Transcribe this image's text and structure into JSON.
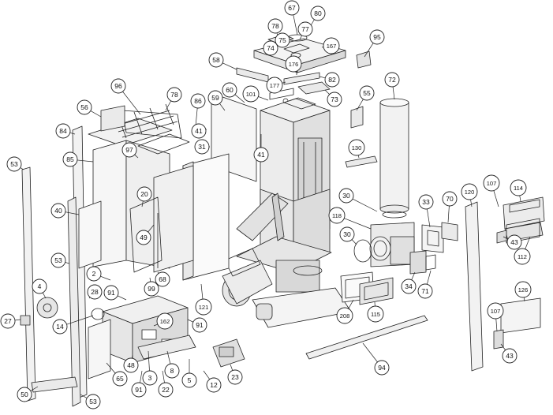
{
  "diagram": {
    "callouts": [
      {
        "id": "c-67",
        "label": "67"
      },
      {
        "id": "c-80",
        "label": "80"
      },
      {
        "id": "c-78a",
        "label": "78"
      },
      {
        "id": "c-77",
        "label": "77"
      },
      {
        "id": "c-75",
        "label": "75"
      },
      {
        "id": "c-167",
        "label": "167"
      },
      {
        "id": "c-74",
        "label": "74"
      },
      {
        "id": "c-176",
        "label": "176"
      },
      {
        "id": "c-95",
        "label": "95"
      },
      {
        "id": "c-58",
        "label": "58"
      },
      {
        "id": "c-82",
        "label": "82"
      },
      {
        "id": "c-177",
        "label": "177"
      },
      {
        "id": "c-72",
        "label": "72"
      },
      {
        "id": "c-96",
        "label": "96"
      },
      {
        "id": "c-60",
        "label": "60"
      },
      {
        "id": "c-101",
        "label": "101"
      },
      {
        "id": "c-73",
        "label": "73"
      },
      {
        "id": "c-55",
        "label": "55"
      },
      {
        "id": "c-78b",
        "label": "78"
      },
      {
        "id": "c-86",
        "label": "86"
      },
      {
        "id": "c-59",
        "label": "59"
      },
      {
        "id": "c-56",
        "label": "56"
      },
      {
        "id": "c-41a",
        "label": "41"
      },
      {
        "id": "c-84",
        "label": "84"
      },
      {
        "id": "c-31",
        "label": "31"
      },
      {
        "id": "c-97",
        "label": "97"
      },
      {
        "id": "c-41b",
        "label": "41"
      },
      {
        "id": "c-130",
        "label": "130"
      },
      {
        "id": "c-85",
        "label": "85"
      },
      {
        "id": "c-53a",
        "label": "53"
      },
      {
        "id": "c-107a",
        "label": "107"
      },
      {
        "id": "c-114",
        "label": "114"
      },
      {
        "id": "c-20",
        "label": "20"
      },
      {
        "id": "c-30a",
        "label": "30"
      },
      {
        "id": "c-33",
        "label": "33"
      },
      {
        "id": "c-70",
        "label": "70"
      },
      {
        "id": "c-120",
        "label": "120"
      },
      {
        "id": "c-40",
        "label": "40"
      },
      {
        "id": "c-118",
        "label": "118"
      },
      {
        "id": "c-49",
        "label": "49"
      },
      {
        "id": "c-30b",
        "label": "30"
      },
      {
        "id": "c-43a",
        "label": "43"
      },
      {
        "id": "c-112",
        "label": "112"
      },
      {
        "id": "c-53b",
        "label": "53"
      },
      {
        "id": "c-2",
        "label": "2"
      },
      {
        "id": "c-68",
        "label": "68"
      },
      {
        "id": "c-99",
        "label": "99"
      },
      {
        "id": "c-34",
        "label": "34"
      },
      {
        "id": "c-71",
        "label": "71"
      },
      {
        "id": "c-4",
        "label": "4"
      },
      {
        "id": "c-28",
        "label": "28"
      },
      {
        "id": "c-91a",
        "label": "91"
      },
      {
        "id": "c-126",
        "label": "126"
      },
      {
        "id": "c-121",
        "label": "121"
      },
      {
        "id": "c-208",
        "label": "208"
      },
      {
        "id": "c-115",
        "label": "115"
      },
      {
        "id": "c-27",
        "label": "27"
      },
      {
        "id": "c-14",
        "label": "14"
      },
      {
        "id": "c-162",
        "label": "162"
      },
      {
        "id": "c-91b",
        "label": "91"
      },
      {
        "id": "c-107b",
        "label": "107"
      },
      {
        "id": "c-43b",
        "label": "43"
      },
      {
        "id": "c-65",
        "label": "65"
      },
      {
        "id": "c-48",
        "label": "48"
      },
      {
        "id": "c-3",
        "label": "3"
      },
      {
        "id": "c-8",
        "label": "8"
      },
      {
        "id": "c-5",
        "label": "5"
      },
      {
        "id": "c-12",
        "label": "12"
      },
      {
        "id": "c-23",
        "label": "23"
      },
      {
        "id": "c-94",
        "label": "94"
      },
      {
        "id": "c-91c",
        "label": "91"
      },
      {
        "id": "c-22",
        "label": "22"
      },
      {
        "id": "c-50",
        "label": "50"
      },
      {
        "id": "c-53c",
        "label": "53"
      }
    ]
  }
}
